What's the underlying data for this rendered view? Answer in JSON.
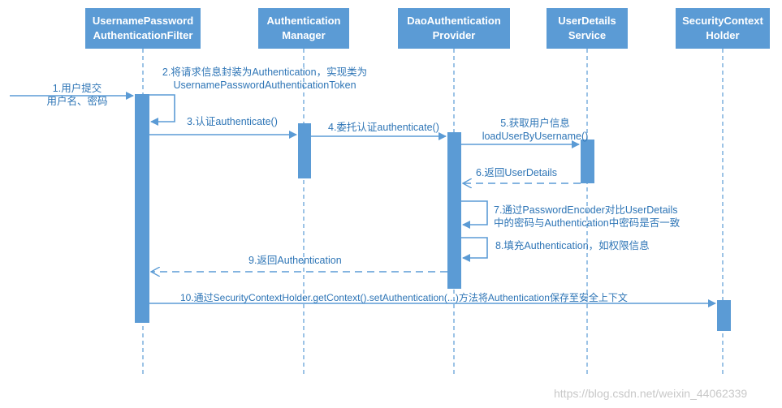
{
  "actors": [
    {
      "label": "UsernamePassword\nAuthenticationFilter"
    },
    {
      "label": "Authentication\nManager"
    },
    {
      "label": "DaoAuthentication\nProvider"
    },
    {
      "label": "UserDetails\nService"
    },
    {
      "label": "SecurityContext\nHolder"
    }
  ],
  "messages": {
    "m1": "1.用户提交\n用户名、密码",
    "m2": "2.将请求信息封装为Authentication，实现类为\nUsernamePasswordAuthenticationToken",
    "m3": "3.认证authenticate()",
    "m4": "4.委托认证authenticate()",
    "m5": "5.获取用户信息\nloadUserByUsername()",
    "m6": "6.返回UserDetails",
    "m7": "7.通过PasswordEncoder对比UserDetails\n中的密码与Authentication中密码是否一致",
    "m8": "8.填充Authentication，如权限信息",
    "m9": "9.返回Authentication",
    "m10": "10.通过SecurityContextHolder.getContext().setAuthentication(...)方法将Authentication保存至安全上下文"
  },
  "watermark": "https://blog.csdn.net/weixin_44062339",
  "colors": {
    "actor": "#5b9bd5",
    "line": "#5b9bd5",
    "text": "#2e75b6",
    "watermark": "#c8c8c8"
  }
}
